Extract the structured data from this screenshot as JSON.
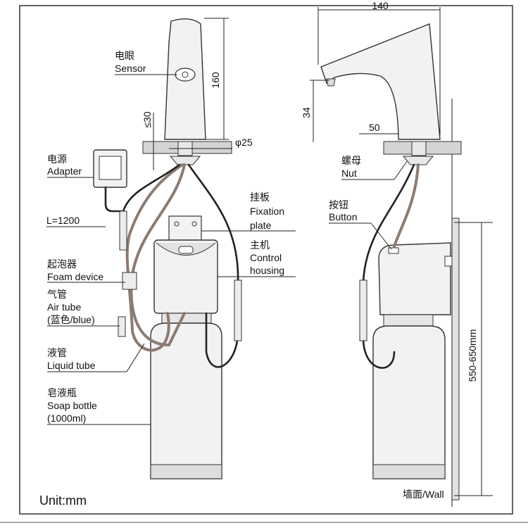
{
  "labels": {
    "sensor_cn": "电眼",
    "sensor_en": "Sensor",
    "adapter_cn": "电源",
    "adapter_en": "Adapter",
    "cable_length": "L=1200",
    "foam_cn": "起泡器",
    "foam_en": "Foam device",
    "air_cn": "气管",
    "air_en": "Air tube",
    "air_color": "(蓝色/blue)",
    "liquid_cn": "液管",
    "liquid_en": "Liquid tube",
    "bottle_cn": "皂液瓶",
    "bottle_en": "Soap bottle",
    "bottle_cap": "(1000ml)",
    "plate_cn": "挂板",
    "plate_en1": "Fixation",
    "plate_en2": "plate",
    "housing_cn": "主机",
    "housing_en1": "Control",
    "housing_en2": "housing",
    "nut_cn": "螺母",
    "nut_en": "Nut",
    "button_cn": "按钮",
    "button_en": "Button",
    "wall": "墙面/Wall"
  },
  "dimensions": {
    "spout_height": "160",
    "deck_max": "≤30",
    "hole_diameter": "φ25",
    "reach": "140",
    "spout_rise": "34",
    "base_depth": "50",
    "install_height": "550-650mm"
  },
  "unit": "Unit:mm",
  "colors": {
    "tube": "#8b7b72",
    "wire": "#222222",
    "body": "#f2f2f2"
  }
}
